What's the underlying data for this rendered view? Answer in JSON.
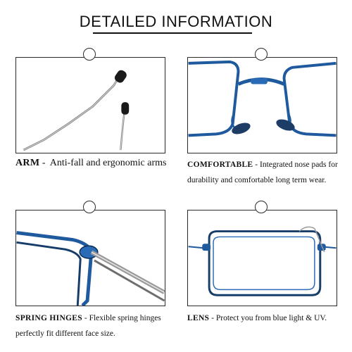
{
  "header": {
    "title": "DETAILED INFORMATION"
  },
  "features": [
    {
      "label": "ARM",
      "separator": " -  ",
      "text": "Anti-fall and ergonomic arms",
      "text2": ""
    },
    {
      "label": "COMFORTABLE",
      "separator": " - ",
      "text": "Integrated nose pads for",
      "text2": "durability and comfortable long term wear."
    },
    {
      "label": "SPRING HINGES",
      "separator": " - ",
      "text": "Flexible spring hinges",
      "text2": "perfectly fit different face size."
    },
    {
      "label": "LENS",
      "separator": " - ",
      "text": "Protect you from blue light & UV.",
      "text2": ""
    }
  ],
  "colors": {
    "frame_blue": "#1f5a9e",
    "frame_dark": "#173d6b",
    "metal": "#9a9a9a",
    "tip": "#1a1a1a",
    "border": "#2b2b2b"
  }
}
